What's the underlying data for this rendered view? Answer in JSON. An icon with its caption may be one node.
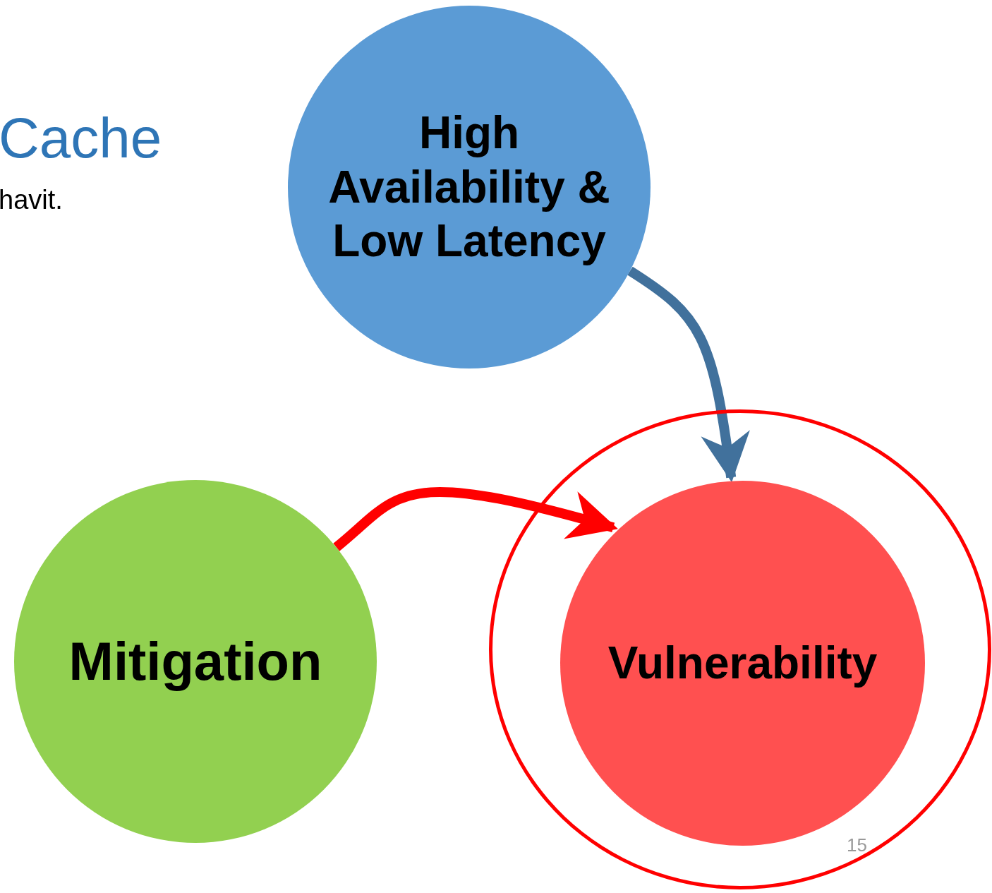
{
  "diagram": {
    "nodes": [
      {
        "text": [
          "High Availability & Low Latency"
        ]
      },
      {
        "text": [
          "Mitigation"
        ]
      },
      {
        "text": [],
        "shape": "circle"
      },
      {
        "text": [
          "Vulnerability"
        ],
        "in": 2
      }
    ],
    "edges": [
      {
        "from": 0,
        "to": 3,
        "arrow": "to",
        "color": "#41719c"
      },
      {
        "from": 1,
        "to": 3,
        "arrow": "to",
        "color": "#ff0000"
      }
    ],
    "labels": [
      "Cache",
      "havit.",
      "15"
    ]
  }
}
